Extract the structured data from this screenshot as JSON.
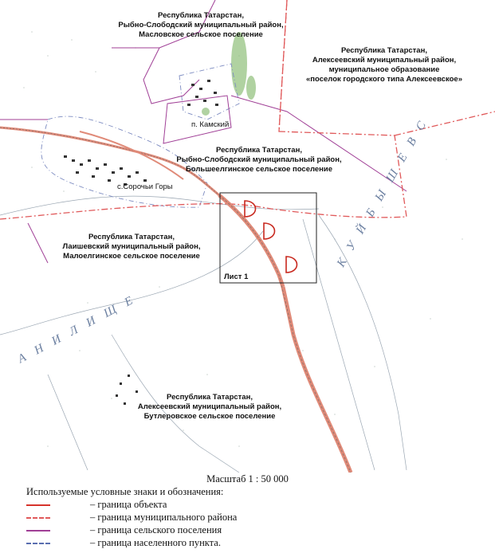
{
  "regions": {
    "maslovskoe": {
      "l1": "Республика Татарстан,",
      "l2": "Рыбно-Слободский муниципальный район,",
      "l3": "Масловское сельское поселение"
    },
    "alekseevskoe_town": {
      "l1": "Республика Татарстан,",
      "l2": "Алексеевский муниципальный район,",
      "l3": "муниципальное образование",
      "l4": "«поселок городского типа Алексеевское»"
    },
    "bolsheelginskoe": {
      "l1": "Республика Татарстан,",
      "l2": "Рыбно-Слободский муниципальный район,",
      "l3": "Большеелгинское сельское поселение"
    },
    "maloelginskoe": {
      "l1": "Республика Татарстан,",
      "l2": "Лаишевский муниципальный район,",
      "l3": "Малоелгинское сельское поселение"
    },
    "butlerovskoe": {
      "l1": "Республика Татарстан,",
      "l2": "Алексеевский муниципальный район,",
      "l3": "Бутлеровское сельское поселение"
    }
  },
  "settlements": {
    "kamsky": "п. Камский",
    "sorochi_gory": "с.Сорочьи Горы"
  },
  "sheet_label": "Лист 1",
  "water_text": {
    "kuibyshev": "КУЙБЫШЕВС",
    "left": "АНИЛИЩЕ"
  },
  "scale": "Масштаб 1 : 50 000",
  "legend": {
    "title": "Используемые условные знаки и обозначения:",
    "items": [
      {
        "text": "– граница объекта",
        "color": "#d6332b",
        "style": "solid"
      },
      {
        "text": "– граница муниципального района",
        "color": "#e0595a",
        "style": "dashdot"
      },
      {
        "text": "– граница сельского поселения",
        "color": "#a03f96",
        "style": "solid"
      },
      {
        "text": "– граница населенного пункта.",
        "color": "#5a6fb0",
        "style": "dashdot"
      }
    ]
  },
  "colors": {
    "object": "#d6332b",
    "district": "#e0595a",
    "rural": "#a03f96",
    "settlement": "#5a6fb0",
    "road": "#e08a78"
  }
}
